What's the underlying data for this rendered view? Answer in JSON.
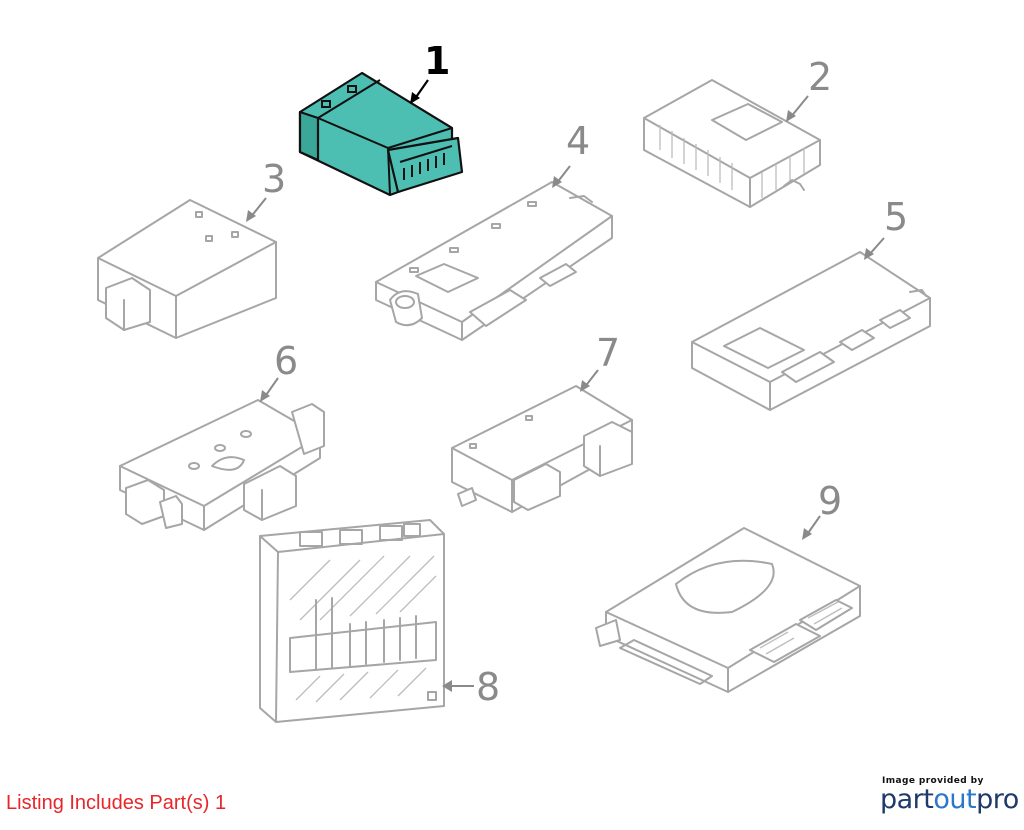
{
  "diagram": {
    "callouts": [
      "1",
      "2",
      "3",
      "4",
      "5",
      "6",
      "7",
      "8",
      "9"
    ],
    "highlighted_part": "1",
    "highlight_color": "#4dbfb2"
  },
  "footer": {
    "listing_text": "Listing Includes Part(s) 1",
    "listing_color": "#e8262a",
    "credit_text": "Image provided by",
    "brand_part": "part",
    "brand_out": "out",
    "brand_pro": "pro"
  }
}
